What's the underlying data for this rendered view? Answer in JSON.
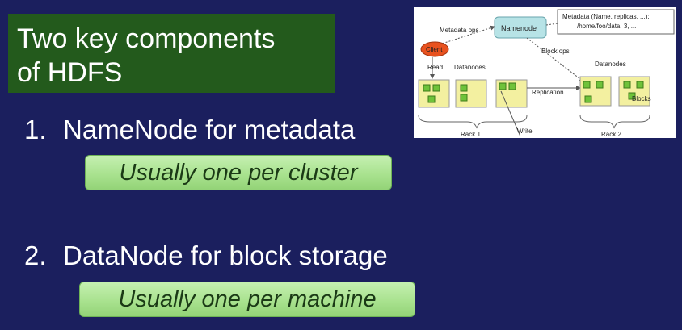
{
  "title": {
    "line1": "Two key components",
    "line2": "of HDFS"
  },
  "items": [
    {
      "number": "1.",
      "text": "NameNode for metadata",
      "note": "Usually one per cluster"
    },
    {
      "number": "2.",
      "text": "DataNode for block storage",
      "note": "Usually one per machine"
    }
  ],
  "diagram": {
    "namenode": "Namenode",
    "metadata_line1": "Metadata (Name, replicas, ...):",
    "metadata_line2": "/home/foo/data, 3, ...",
    "metadata_ops": "Metadata ops",
    "client": "Client",
    "read": "Read",
    "datanodes_left": "Datanodes",
    "datanodes_right": "Datanodes",
    "block_ops": "Block ops",
    "replication": "Replication",
    "blocks": "Blocks",
    "write": "Write",
    "rack1": "Rack 1",
    "rack2": "Rack 2"
  },
  "colors": {
    "background": "#1b1f5e",
    "title_box": "#235a1c",
    "note_pill": "#a9e28f",
    "namenode_fill": "#b7e3e6",
    "client_fill": "#e8521f",
    "datanode_fill": "#f3f0a0",
    "block_fill": "#6fc23a"
  }
}
